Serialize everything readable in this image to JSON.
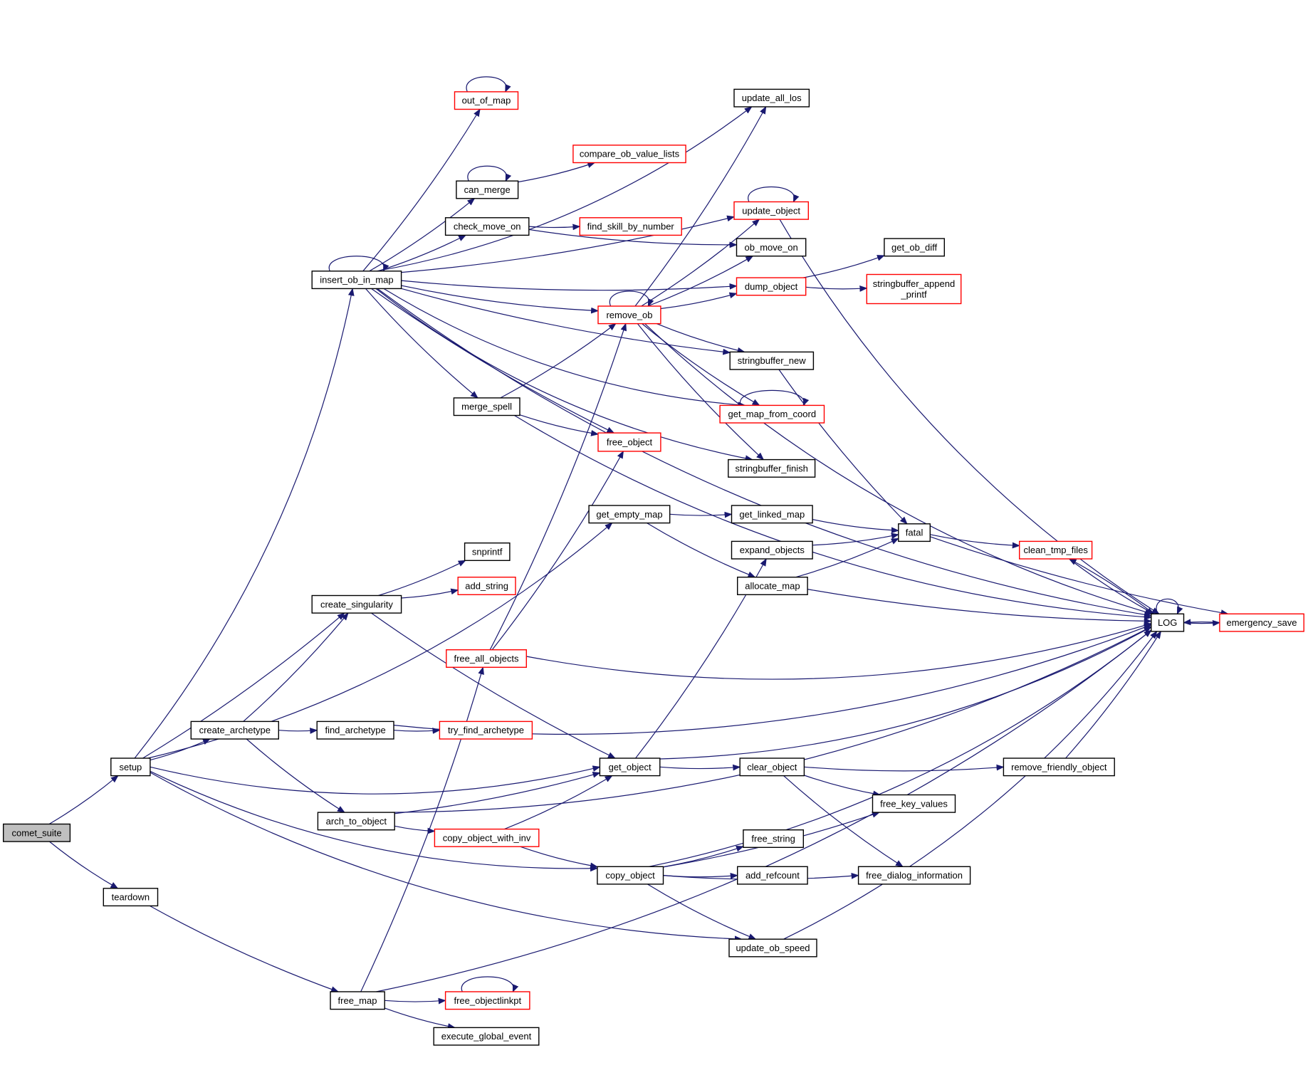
{
  "diagram": {
    "type": "call-graph",
    "edge_color": "#191970",
    "incomplete_border_color": "#ff0000",
    "root_fill_color": "#bfbfbf",
    "nodes": [
      {
        "id": "comet_suite",
        "label": "comet_suite",
        "style": "root"
      },
      {
        "id": "setup",
        "label": "setup",
        "style": "normal"
      },
      {
        "id": "teardown",
        "label": "teardown",
        "style": "normal"
      },
      {
        "id": "insert_ob_in_map",
        "label": "insert_ob_in_map",
        "style": "normal"
      },
      {
        "id": "out_of_map",
        "label": "out_of_map",
        "style": "red"
      },
      {
        "id": "can_merge",
        "label": "can_merge",
        "style": "normal"
      },
      {
        "id": "check_move_on",
        "label": "check_move_on",
        "style": "normal"
      },
      {
        "id": "compare_ob_value_lists",
        "label": "compare_ob_value_lists",
        "style": "red"
      },
      {
        "id": "find_skill_by_number",
        "label": "find_skill_by_number",
        "style": "red"
      },
      {
        "id": "update_all_los",
        "label": "update_all_los",
        "style": "normal"
      },
      {
        "id": "update_object",
        "label": "update_object",
        "style": "red"
      },
      {
        "id": "ob_move_on",
        "label": "ob_move_on",
        "style": "normal"
      },
      {
        "id": "dump_object",
        "label": "dump_object",
        "style": "red"
      },
      {
        "id": "get_ob_diff",
        "label": "get_ob_diff",
        "style": "normal"
      },
      {
        "id": "stringbuffer_append_printf",
        "label": "stringbuffer_append\n_printf",
        "style": "red"
      },
      {
        "id": "remove_ob",
        "label": "remove_ob",
        "style": "red"
      },
      {
        "id": "stringbuffer_new",
        "label": "stringbuffer_new",
        "style": "normal"
      },
      {
        "id": "get_map_from_coord",
        "label": "get_map_from_coord",
        "style": "red"
      },
      {
        "id": "merge_spell",
        "label": "merge_spell",
        "style": "normal"
      },
      {
        "id": "free_object",
        "label": "free_object",
        "style": "red"
      },
      {
        "id": "stringbuffer_finish",
        "label": "stringbuffer_finish",
        "style": "normal"
      },
      {
        "id": "get_empty_map",
        "label": "get_empty_map",
        "style": "normal"
      },
      {
        "id": "get_linked_map",
        "label": "get_linked_map",
        "style": "normal"
      },
      {
        "id": "fatal",
        "label": "fatal",
        "style": "normal"
      },
      {
        "id": "clean_tmp_files",
        "label": "clean_tmp_files",
        "style": "red"
      },
      {
        "id": "snprintf",
        "label": "snprintf",
        "style": "normal"
      },
      {
        "id": "add_string",
        "label": "add_string",
        "style": "red"
      },
      {
        "id": "expand_objects",
        "label": "expand_objects",
        "style": "normal"
      },
      {
        "id": "allocate_map",
        "label": "allocate_map",
        "style": "normal"
      },
      {
        "id": "create_singularity",
        "label": "create_singularity",
        "style": "normal"
      },
      {
        "id": "LOG",
        "label": "LOG",
        "style": "normal"
      },
      {
        "id": "emergency_save",
        "label": "emergency_save",
        "style": "red"
      },
      {
        "id": "free_all_objects",
        "label": "free_all_objects",
        "style": "red"
      },
      {
        "id": "create_archetype",
        "label": "create_archetype",
        "style": "normal"
      },
      {
        "id": "find_archetype",
        "label": "find_archetype",
        "style": "normal"
      },
      {
        "id": "try_find_archetype",
        "label": "try_find_archetype",
        "style": "red"
      },
      {
        "id": "get_object",
        "label": "get_object",
        "style": "normal"
      },
      {
        "id": "clear_object",
        "label": "clear_object",
        "style": "normal"
      },
      {
        "id": "remove_friendly_object",
        "label": "remove_friendly_object",
        "style": "normal"
      },
      {
        "id": "free_key_values",
        "label": "free_key_values",
        "style": "normal"
      },
      {
        "id": "arch_to_object",
        "label": "arch_to_object",
        "style": "normal"
      },
      {
        "id": "copy_object_with_inv",
        "label": "copy_object_with_inv",
        "style": "red"
      },
      {
        "id": "free_string",
        "label": "free_string",
        "style": "normal"
      },
      {
        "id": "copy_object",
        "label": "copy_object",
        "style": "normal"
      },
      {
        "id": "add_refcount",
        "label": "add_refcount",
        "style": "normal"
      },
      {
        "id": "free_dialog_information",
        "label": "free_dialog_information",
        "style": "normal"
      },
      {
        "id": "update_ob_speed",
        "label": "update_ob_speed",
        "style": "normal"
      },
      {
        "id": "free_map",
        "label": "free_map",
        "style": "normal"
      },
      {
        "id": "free_objectlinkpt",
        "label": "free_objectlinkpt",
        "style": "red"
      },
      {
        "id": "execute_global_event",
        "label": "execute_global_event",
        "style": "normal"
      }
    ],
    "edges": [
      [
        "comet_suite",
        "setup"
      ],
      [
        "comet_suite",
        "teardown"
      ],
      [
        "setup",
        "insert_ob_in_map"
      ],
      [
        "setup",
        "get_empty_map"
      ],
      [
        "setup",
        "create_singularity"
      ],
      [
        "setup",
        "create_archetype"
      ],
      [
        "setup",
        "get_object"
      ],
      [
        "setup",
        "copy_object"
      ],
      [
        "setup",
        "update_ob_speed"
      ],
      [
        "teardown",
        "free_map"
      ],
      [
        "insert_ob_in_map",
        "insert_ob_in_map"
      ],
      [
        "insert_ob_in_map",
        "out_of_map"
      ],
      [
        "insert_ob_in_map",
        "can_merge"
      ],
      [
        "insert_ob_in_map",
        "check_move_on"
      ],
      [
        "insert_ob_in_map",
        "update_all_los"
      ],
      [
        "insert_ob_in_map",
        "LOG"
      ],
      [
        "insert_ob_in_map",
        "update_object"
      ],
      [
        "insert_ob_in_map",
        "dump_object"
      ],
      [
        "insert_ob_in_map",
        "remove_ob"
      ],
      [
        "insert_ob_in_map",
        "stringbuffer_new"
      ],
      [
        "insert_ob_in_map",
        "get_map_from_coord"
      ],
      [
        "insert_ob_in_map",
        "merge_spell"
      ],
      [
        "insert_ob_in_map",
        "free_object"
      ],
      [
        "insert_ob_in_map",
        "stringbuffer_finish"
      ],
      [
        "out_of_map",
        "out_of_map"
      ],
      [
        "can_merge",
        "can_merge"
      ],
      [
        "can_merge",
        "compare_ob_value_lists"
      ],
      [
        "check_move_on",
        "find_skill_by_number"
      ],
      [
        "check_move_on",
        "ob_move_on"
      ],
      [
        "update_object",
        "update_object"
      ],
      [
        "update_object",
        "LOG"
      ],
      [
        "dump_object",
        "get_ob_diff"
      ],
      [
        "dump_object",
        "stringbuffer_append_printf"
      ],
      [
        "remove_ob",
        "remove_ob"
      ],
      [
        "remove_ob",
        "update_all_los"
      ],
      [
        "remove_ob",
        "update_object"
      ],
      [
        "remove_ob",
        "ob_move_on"
      ],
      [
        "remove_ob",
        "dump_object"
      ],
      [
        "remove_ob",
        "LOG"
      ],
      [
        "remove_ob",
        "stringbuffer_new"
      ],
      [
        "remove_ob",
        "get_map_from_coord"
      ],
      [
        "remove_ob",
        "stringbuffer_finish"
      ],
      [
        "get_map_from_coord",
        "get_map_from_coord"
      ],
      [
        "merge_spell",
        "remove_ob"
      ],
      [
        "merge_spell",
        "free_object"
      ],
      [
        "merge_spell",
        "LOG"
      ],
      [
        "stringbuffer_new",
        "fatal"
      ],
      [
        "get_empty_map",
        "get_linked_map"
      ],
      [
        "get_empty_map",
        "allocate_map"
      ],
      [
        "get_linked_map",
        "fatal"
      ],
      [
        "expand_objects",
        "fatal"
      ],
      [
        "allocate_map",
        "fatal"
      ],
      [
        "allocate_map",
        "LOG"
      ],
      [
        "fatal",
        "clean_tmp_files"
      ],
      [
        "fatal",
        "emergency_save"
      ],
      [
        "clean_tmp_files",
        "LOG"
      ],
      [
        "LOG",
        "clean_tmp_files"
      ],
      [
        "LOG",
        "LOG"
      ],
      [
        "LOG",
        "emergency_save"
      ],
      [
        "emergency_save",
        "LOG"
      ],
      [
        "create_singularity",
        "snprintf"
      ],
      [
        "create_singularity",
        "add_string"
      ],
      [
        "create_singularity",
        "get_object"
      ],
      [
        "free_all_objects",
        "remove_ob"
      ],
      [
        "free_all_objects",
        "free_object"
      ],
      [
        "free_all_objects",
        "LOG"
      ],
      [
        "create_archetype",
        "create_singularity"
      ],
      [
        "create_archetype",
        "find_archetype"
      ],
      [
        "create_archetype",
        "arch_to_object"
      ],
      [
        "find_archetype",
        "try_find_archetype"
      ],
      [
        "find_archetype",
        "LOG"
      ],
      [
        "get_object",
        "expand_objects"
      ],
      [
        "get_object",
        "clear_object"
      ],
      [
        "get_object",
        "LOG"
      ],
      [
        "clear_object",
        "remove_friendly_object"
      ],
      [
        "clear_object",
        "free_key_values"
      ],
      [
        "clear_object",
        "free_dialog_information"
      ],
      [
        "remove_friendly_object",
        "LOG"
      ],
      [
        "arch_to_object",
        "get_object"
      ],
      [
        "arch_to_object",
        "copy_object_with_inv"
      ],
      [
        "arch_to_object",
        "LOG"
      ],
      [
        "copy_object_with_inv",
        "get_object"
      ],
      [
        "copy_object_with_inv",
        "copy_object"
      ],
      [
        "copy_object",
        "free_key_values"
      ],
      [
        "copy_object",
        "free_string"
      ],
      [
        "copy_object",
        "add_refcount"
      ],
      [
        "copy_object",
        "free_dialog_information"
      ],
      [
        "copy_object",
        "update_ob_speed"
      ],
      [
        "copy_object",
        "LOG"
      ],
      [
        "update_ob_speed",
        "LOG"
      ],
      [
        "free_map",
        "free_all_objects"
      ],
      [
        "free_map",
        "free_objectlinkpt"
      ],
      [
        "free_map",
        "execute_global_event"
      ],
      [
        "free_map",
        "LOG"
      ],
      [
        "free_objectlinkpt",
        "free_objectlinkpt"
      ]
    ]
  }
}
